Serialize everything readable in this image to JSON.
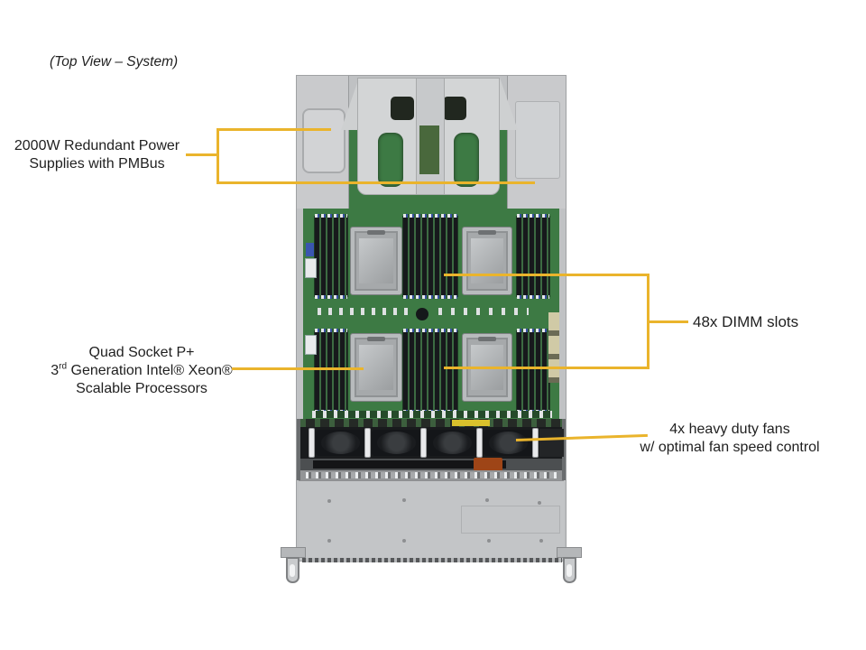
{
  "title": "(Top View – System)",
  "colors": {
    "callout": "#eab42c",
    "pcb": "#3d7a44",
    "chassis": "#c6c8ca",
    "text": "#1f1f1f",
    "background": "#ffffff"
  },
  "callouts": {
    "psu": {
      "line1": "2000W Redundant Power",
      "line2": "Supplies with PMBus"
    },
    "dimm": {
      "label": "48x DIMM slots"
    },
    "cpu": {
      "line1": "Quad Socket P+",
      "line2_num": "3",
      "line2_sup": "rd",
      "line2_rest": " Generation Intel® Xeon®",
      "line3": "Scalable Processors"
    },
    "fan": {
      "line1": "4x heavy duty fans",
      "line2": "w/ optimal fan speed control"
    }
  }
}
